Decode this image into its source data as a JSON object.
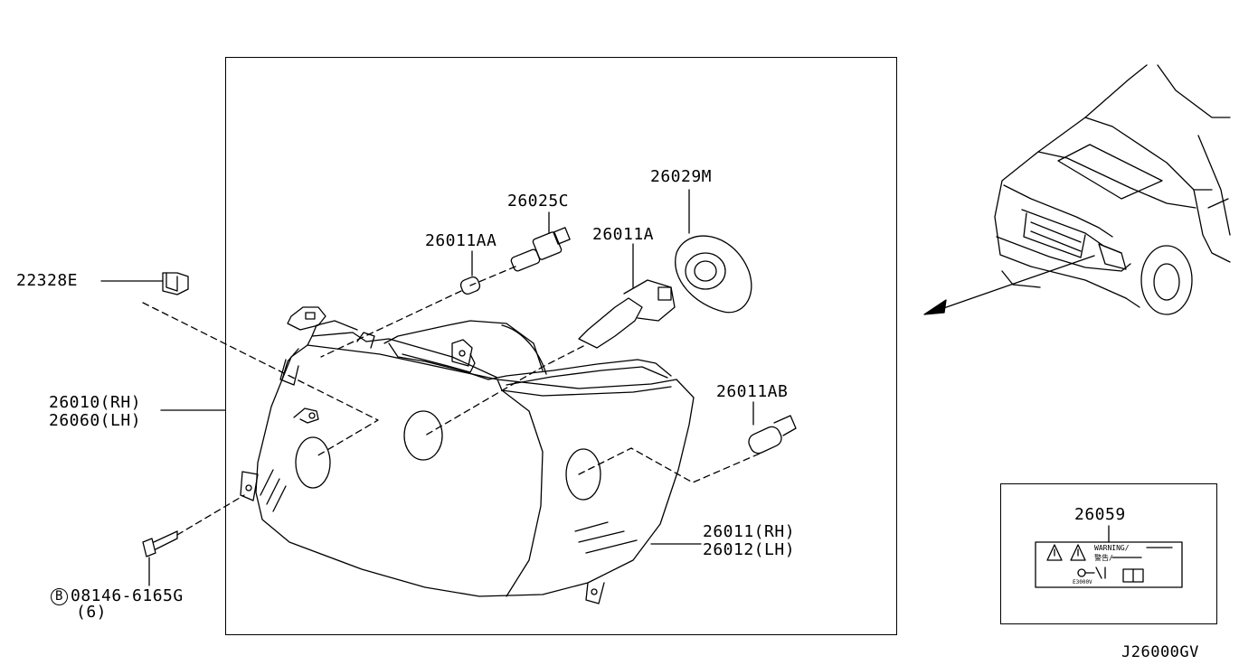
{
  "diagram": {
    "ref_code": "J26000GV",
    "parts": {
      "p22328E": "22328E",
      "p26025C": "26025C",
      "p26029M": "26029M",
      "p26011AA": "26011AA",
      "p26011A": "26011A",
      "p26011AB": "26011AB",
      "p26010": "26010(RH)",
      "p26060": "26060(LH)",
      "p26011RH": "26011(RH)",
      "p26012LH": "26012(LH)",
      "bolt_symbol": "B",
      "bolt_number": "08146-6165G",
      "bolt_qty": "(6)",
      "label_part": "26059"
    },
    "warning_label": {
      "line1": "WARNING/",
      "line2": "警告/",
      "line3": "E3000V"
    }
  }
}
